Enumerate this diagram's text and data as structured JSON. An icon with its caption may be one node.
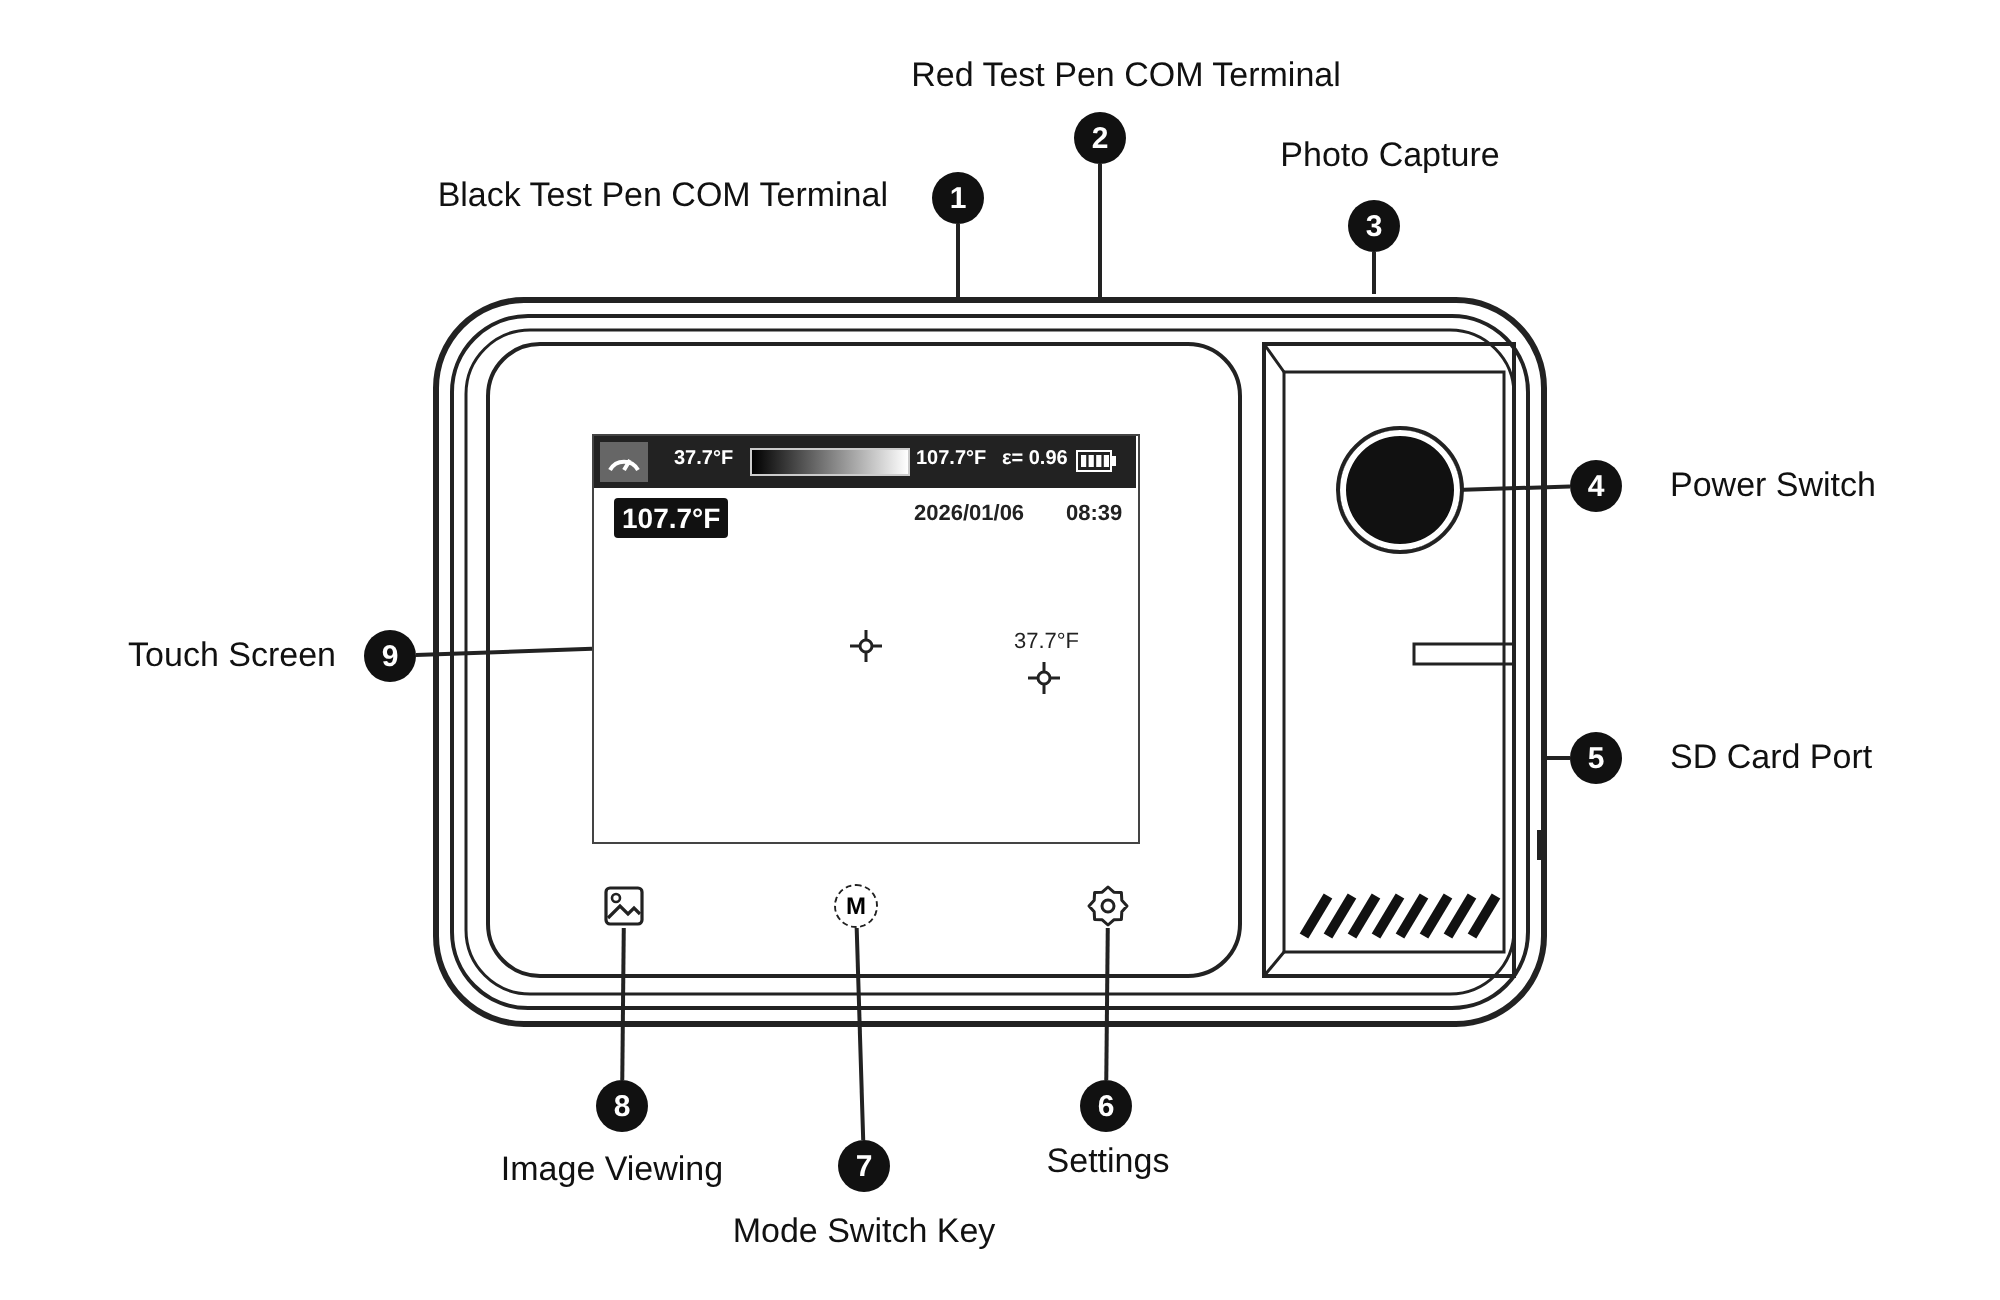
{
  "diagram": {
    "nodes": [
      {
        "text": [
          "1"
        ],
        "beside": [
          "Black Test Pen COM Terminal"
        ]
      },
      {
        "text": [
          "2"
        ],
        "beside": [
          "Red Test Pen COM Terminal"
        ]
      },
      {
        "text": [
          "3"
        ],
        "beside": [
          "Photo Capture"
        ]
      },
      {
        "text": [
          "4"
        ],
        "beside": [
          "Power Switch"
        ]
      },
      {
        "text": [
          "5"
        ],
        "beside": [
          "SD Card Port"
        ]
      },
      {
        "text": [
          "6"
        ],
        "beside": [
          "Settings"
        ]
      },
      {
        "text": [
          "7"
        ],
        "beside": [
          "Mode Switch Key"
        ]
      },
      {
        "text": [
          "8"
        ],
        "beside": [
          "Image Viewing"
        ]
      },
      {
        "text": [
          "9"
        ],
        "beside": [
          "Touch Screen"
        ]
      },
      {
        "text": [],
        "shape": "circle"
      },
      {
        "text": [],
        "shape": "box"
      },
      {
        "text": [],
        "shape": "picture"
      },
      {
        "text": [
          "M"
        ]
      },
      {
        "text": [],
        "shape": "gear"
      }
    ],
    "edges": [
      {
        "from": 0,
        "to": null,
        "arrow": "none"
      },
      {
        "from": 1,
        "to": null,
        "arrow": "none"
      },
      {
        "from": 2,
        "to": null,
        "arrow": "none"
      },
      {
        "from": 3,
        "to": 9,
        "arrow": "none"
      },
      {
        "from": 4,
        "to": null,
        "arrow": "none"
      },
      {
        "from": 5,
        "to": 13,
        "arrow": "none"
      },
      {
        "from": 6,
        "to": 12,
        "arrow": "none"
      },
      {
        "from": 7,
        "to": 11,
        "arrow": "none"
      },
      {
        "from": 8,
        "to": 10,
        "arrow": "none"
      }
    ],
    "labels": [
      "37.7°F",
      "107.7°F",
      "ε= 0.96",
      "107.7°F",
      "2026/01/06",
      "08:39",
      "37.7°F"
    ]
  }
}
